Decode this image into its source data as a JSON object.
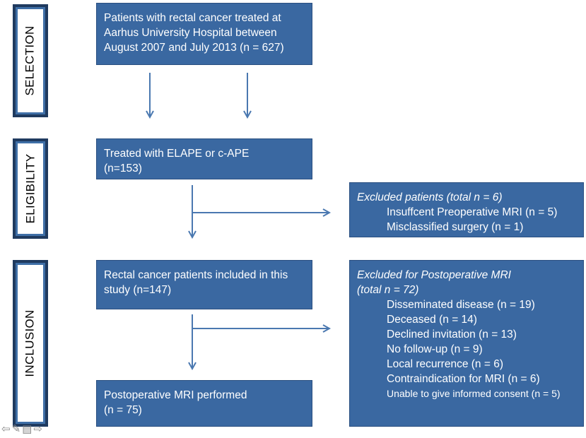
{
  "phases": {
    "selection": "SELECTION",
    "eligibility": "ELIGIBILITY",
    "inclusion": "INCLUSION"
  },
  "boxes": {
    "selection": {
      "lines": [
        "Patients with rectal cancer treated at",
        "Aarhus University Hospital between",
        "August 2007 and July 2013 (n = 627)"
      ]
    },
    "eligibility": {
      "lines": [
        "Treated with ELAPE or c-APE",
        "(n=153)"
      ]
    },
    "excluded_patients": {
      "title": "Excluded patients (total n = 6)",
      "items": [
        "Insuffcent Preoperative MRI (n = 5)",
        "Misclassified surgery (n = 1)"
      ]
    },
    "included": {
      "lines": [
        "Rectal cancer patients included in this",
        "study (n=147)"
      ]
    },
    "excluded_postop": {
      "title_lines": [
        "Excluded for Postoperative MRI",
        "(total n = 72)"
      ],
      "items": [
        "Disseminated disease (n = 19)",
        "Deceased (n = 14)",
        "Declined invitation (n = 13)",
        "No follow-up (n = 9)",
        "Local recurrence (n = 6)",
        "Contraindication for MRI (n = 6)",
        "Unable to give informed consent (n = 5)"
      ]
    },
    "postop": {
      "lines": [
        "Postoperative MRI performed",
        "(n = 75)"
      ]
    }
  },
  "colors": {
    "box_fill": "#3a68a1",
    "phase_border": "#1f3a5f",
    "arrow": "#4a78b0"
  },
  "toolbar_icons": [
    "arrow-left-icon",
    "pencil-icon",
    "menu-icon",
    "arrow-right-icon"
  ]
}
